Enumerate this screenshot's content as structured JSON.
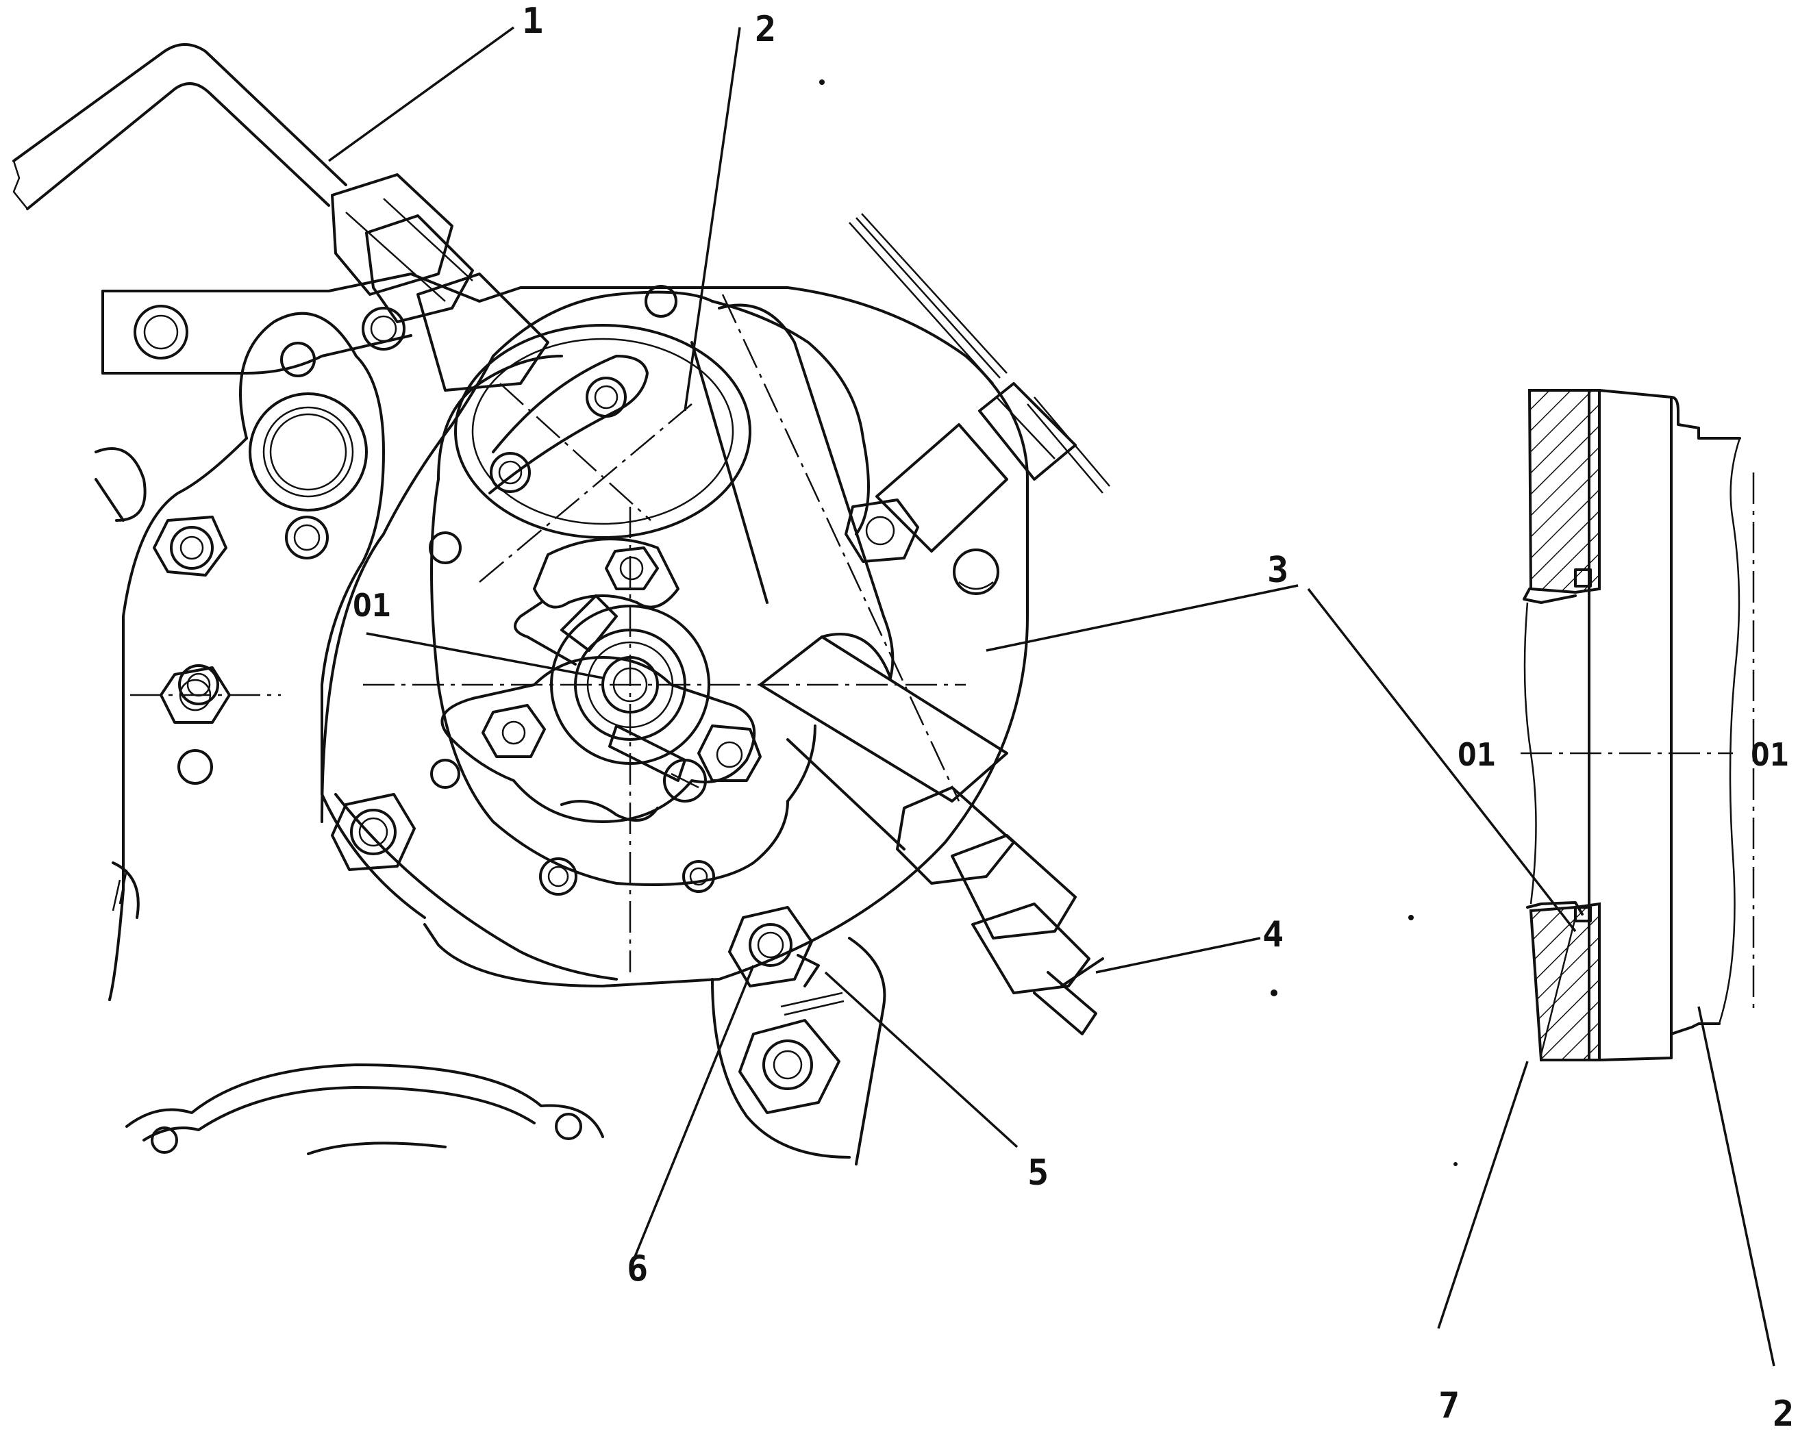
{
  "callouts": {
    "c1": "1",
    "c2": "2",
    "c3": "3",
    "c4": "4",
    "c5": "5",
    "c6": "6",
    "c7": "7",
    "c2_section": "2"
  },
  "axis_labels": {
    "front_axis": "O1",
    "section_left": "O1",
    "section_right": "O1"
  }
}
